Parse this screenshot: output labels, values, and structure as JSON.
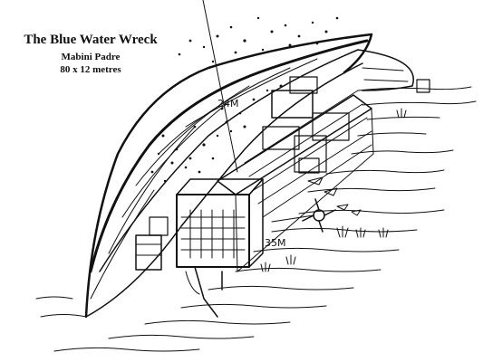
{
  "title": "The Blue Water Wreck",
  "subtitle": "Mabini Padre",
  "dimensions": "80 x 12 metres",
  "depth_labels": [
    "24M",
    "35M"
  ],
  "colors": {
    "ink": "#111111",
    "background": "#ffffff"
  }
}
